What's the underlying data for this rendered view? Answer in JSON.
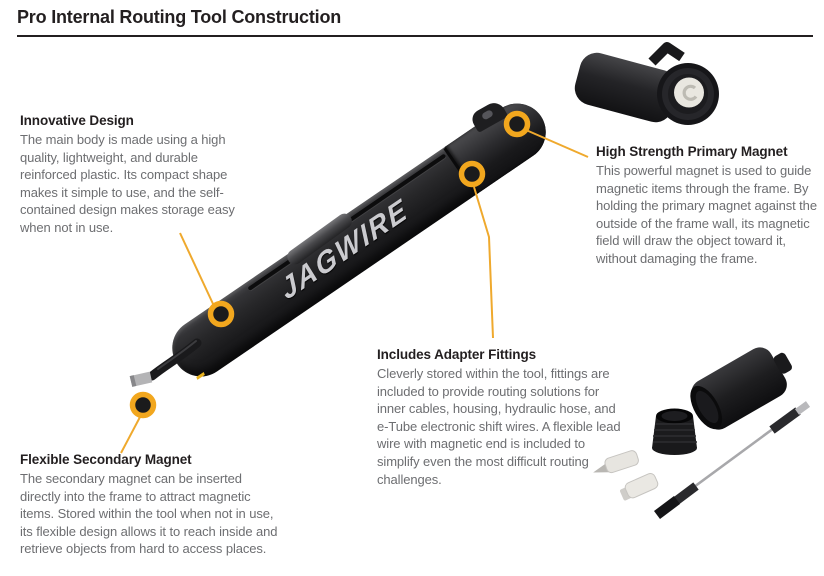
{
  "header": {
    "title": "Pro Internal Routing Tool Construction"
  },
  "product": {
    "brand": "JAGWIRE"
  },
  "callouts": {
    "innovative_design": {
      "heading": "Innovative Design",
      "body": "The main body is made using a high quality, lightweight, and durable reinforced plastic. Its compact shape makes it simple to use, and the self-contained design makes storage easy when not in use."
    },
    "primary_magnet": {
      "heading": "High Strength Primary Magnet",
      "body": "This powerful magnet is used to guide magnetic items through the frame. By holding the primary magnet against the outside of the frame wall, its magnetic field will draw the object toward it, without damaging the frame."
    },
    "adapter_fittings": {
      "heading": "Includes Adapter Fittings",
      "body": "Cleverly stored within the tool, fittings are included to provide routing solutions for inner cables, housing, hydraulic hose, and e-Tube electronic shift wires. A flexible lead wire with magnetic end is included to simplify even the most difficult routing challenges."
    },
    "secondary_magnet": {
      "heading": "Flexible Secondary Magnet",
      "body": "The secondary magnet can be inserted directly into the frame to attract magnetic items. Stored within the tool when not in use, its flexible design allows it to reach inside and retrieve objects from hard to access places."
    }
  },
  "colors": {
    "accent_ring": "#F2A71E",
    "connector_line": "#EFA92D",
    "marker_fill": "#1B1B1C",
    "heading_text": "#231F20",
    "body_text": "#6D6E71"
  }
}
